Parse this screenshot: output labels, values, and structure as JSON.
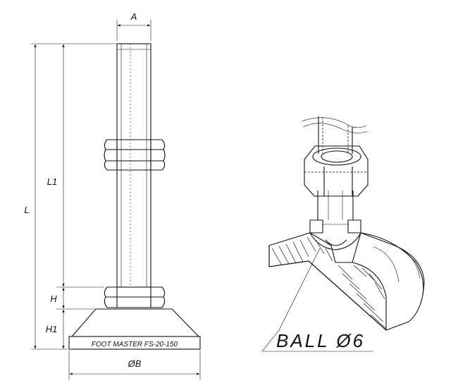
{
  "labels": {
    "dim_a": "A",
    "dim_l": "L",
    "dim_l1": "L1",
    "dim_h": "H",
    "dim_h1": "H1",
    "dim_b": "ØB",
    "base_plate_text": "FOOT MASTER  FS-20-150",
    "ball_callout": "BALL  Ø6"
  }
}
